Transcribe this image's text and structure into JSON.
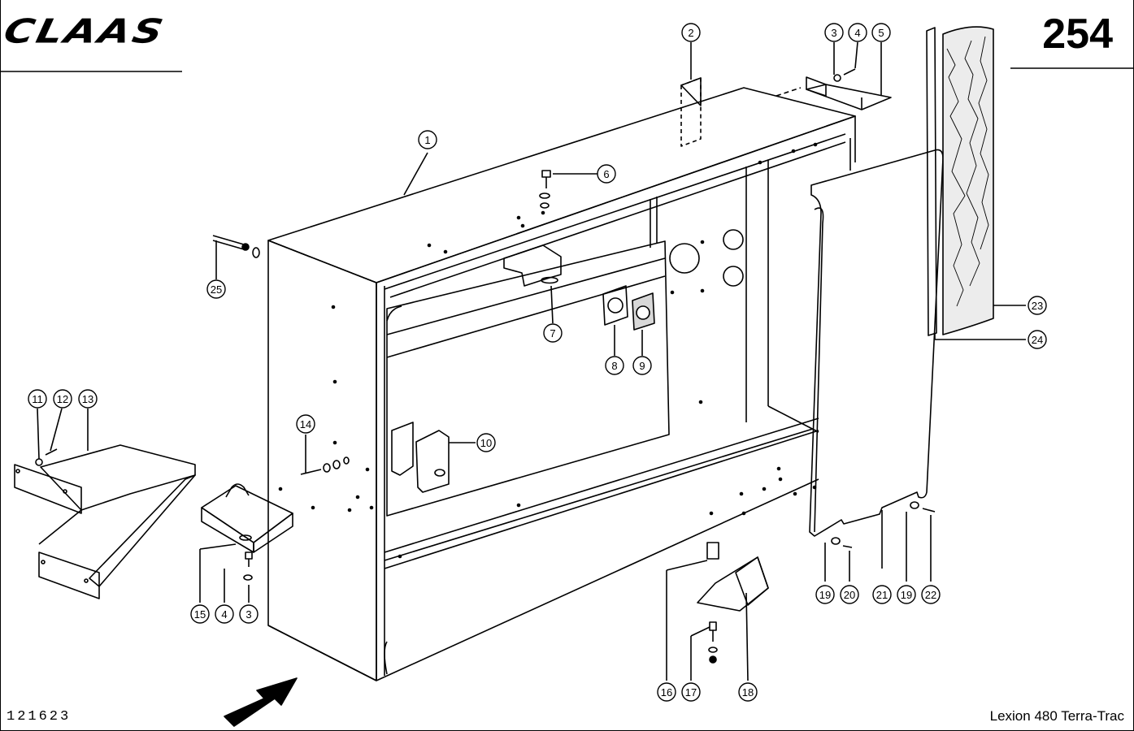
{
  "header": {
    "brand": "CLAAS",
    "page_number": "254"
  },
  "footer": {
    "drawing_number": "121623",
    "model": "Lexion 480 Terra-Trac"
  },
  "callouts": [
    "1",
    "2",
    "3",
    "4",
    "5",
    "6",
    "7",
    "8",
    "9",
    "10",
    "11",
    "12",
    "13",
    "14",
    "15",
    "4",
    "3",
    "16",
    "17",
    "18",
    "19",
    "20",
    "21",
    "19",
    "22",
    "23",
    "24",
    "25"
  ]
}
